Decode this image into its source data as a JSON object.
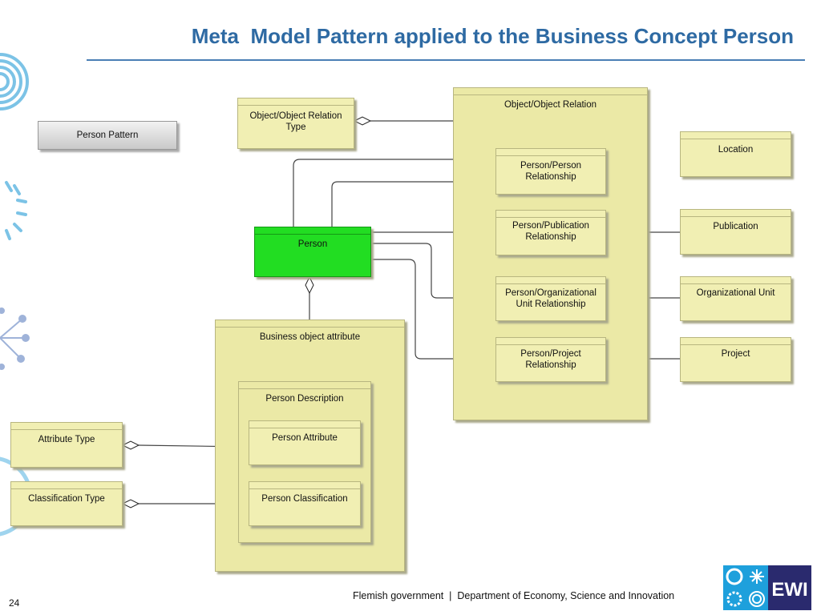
{
  "title": "Meta  Model Pattern applied to the Business Concept Person",
  "pattern_label": "Person Pattern",
  "boxes": {
    "obj_rel_type": "Object/Object Relation Type",
    "obj_rel": "Object/Object Relation",
    "pp_rel": "Person/Person Relationship",
    "ppub_rel": "Person/Publication Relationship",
    "porg_rel": "Person/Organizational Unit Relationship",
    "pproj_rel": "Person/Project Relationship",
    "location": "Location",
    "publication": "Publication",
    "org_unit": "Organizational Unit",
    "project": "Project",
    "person": "Person",
    "bo_attr": "Business object attribute",
    "person_desc": "Person Description",
    "person_attr": "Person Attribute",
    "person_class": "Person Classification",
    "attr_type": "Attribute Type",
    "class_type": "Classification Type"
  },
  "footer": "Flemish government  |  Department of Economy, Science and Innovation",
  "page_number": "24",
  "logo_text": "EWI",
  "colors": {
    "title": "#2e6aa3",
    "box": "#f1efb3",
    "person": "#22dd22",
    "logo": "#2a2a6e"
  }
}
